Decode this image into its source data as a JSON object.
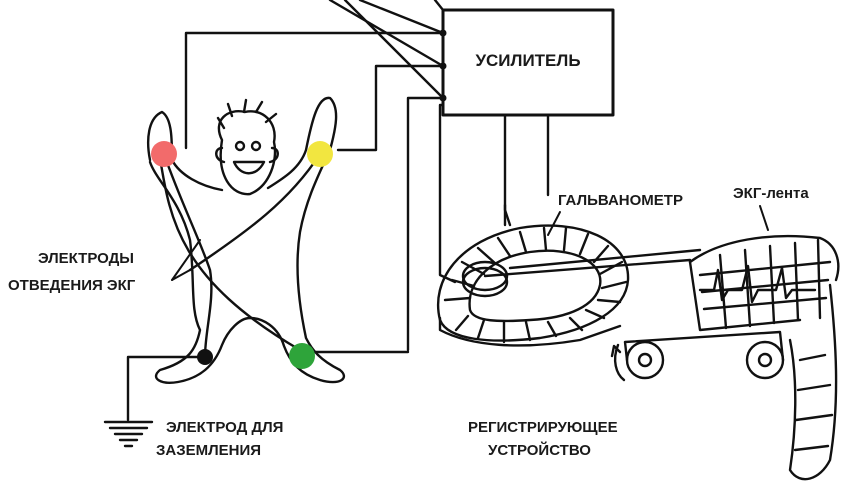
{
  "labels": {
    "amplifier": "УСИЛИТЕЛЬ",
    "galvanometer": "ГАЛЬВАНОМЕТР",
    "ecg_tape": "ЭКГ-лента",
    "electrodes_line1": "ЭЛЕКТРОДЫ",
    "electrodes_line2": "ОТВЕДЕНИЯ ЭКГ",
    "ground_line1": "ЭЛЕКТРОД ДЛЯ",
    "ground_line2": "ЗАЗЕМЛЕНИЯ",
    "recorder_line1": "РЕГИСТРИРУЮЩЕЕ",
    "recorder_line2": "УСТРОЙСТВО"
  },
  "electrodes": [
    {
      "name": "right-arm-electrode",
      "color": "#f26b6b"
    },
    {
      "name": "left-arm-electrode",
      "color": "#f2e640"
    },
    {
      "name": "left-leg-electrode",
      "color": "#2ea43a"
    },
    {
      "name": "right-leg-ground-electrode",
      "color": "#111111"
    }
  ],
  "colors": {
    "ink": "#111111"
  }
}
